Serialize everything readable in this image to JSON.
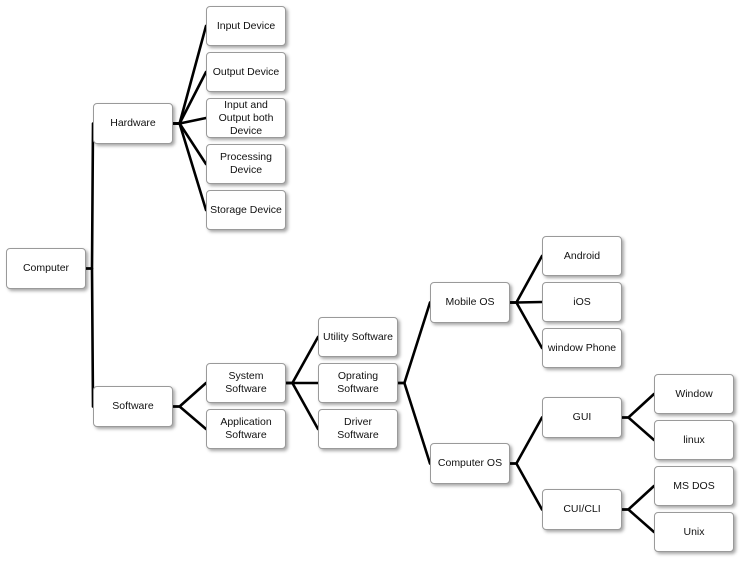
{
  "nodes": {
    "computer": "Computer",
    "hardware": "Hardware",
    "input_device": "Input Device",
    "output_device": "Output Device",
    "input_output_device": "Input and Output both Device",
    "processing_device": "Processing Device",
    "storage_device": "Storage Device",
    "software": "Software",
    "system_software": "System Software",
    "application_software": "Application Software",
    "utility_software": "Utility Software",
    "operating_software": "Oprating Software",
    "driver_software": "Driver Software",
    "mobile_os": "Mobile OS",
    "computer_os": "Computer OS",
    "android": "Android",
    "ios": "iOS",
    "window_phone": "window Phone",
    "gui": "GUI",
    "cui_cli": "CUI/CLI",
    "window": "Window",
    "linux": "linux",
    "ms_dos": "MS DOS",
    "unix": "Unix"
  },
  "edges": [
    [
      "computer",
      "hardware"
    ],
    [
      "computer",
      "software"
    ],
    [
      "hardware",
      "input_device"
    ],
    [
      "hardware",
      "output_device"
    ],
    [
      "hardware",
      "input_output_device"
    ],
    [
      "hardware",
      "processing_device"
    ],
    [
      "hardware",
      "storage_device"
    ],
    [
      "software",
      "system_software"
    ],
    [
      "software",
      "application_software"
    ],
    [
      "system_software",
      "utility_software"
    ],
    [
      "system_software",
      "operating_software"
    ],
    [
      "system_software",
      "driver_software"
    ],
    [
      "operating_software",
      "mobile_os"
    ],
    [
      "operating_software",
      "computer_os"
    ],
    [
      "mobile_os",
      "android"
    ],
    [
      "mobile_os",
      "ios"
    ],
    [
      "mobile_os",
      "window_phone"
    ],
    [
      "computer_os",
      "gui"
    ],
    [
      "computer_os",
      "cui_cli"
    ],
    [
      "gui",
      "window"
    ],
    [
      "gui",
      "linux"
    ],
    [
      "cui_cli",
      "ms_dos"
    ],
    [
      "cui_cli",
      "unix"
    ]
  ]
}
